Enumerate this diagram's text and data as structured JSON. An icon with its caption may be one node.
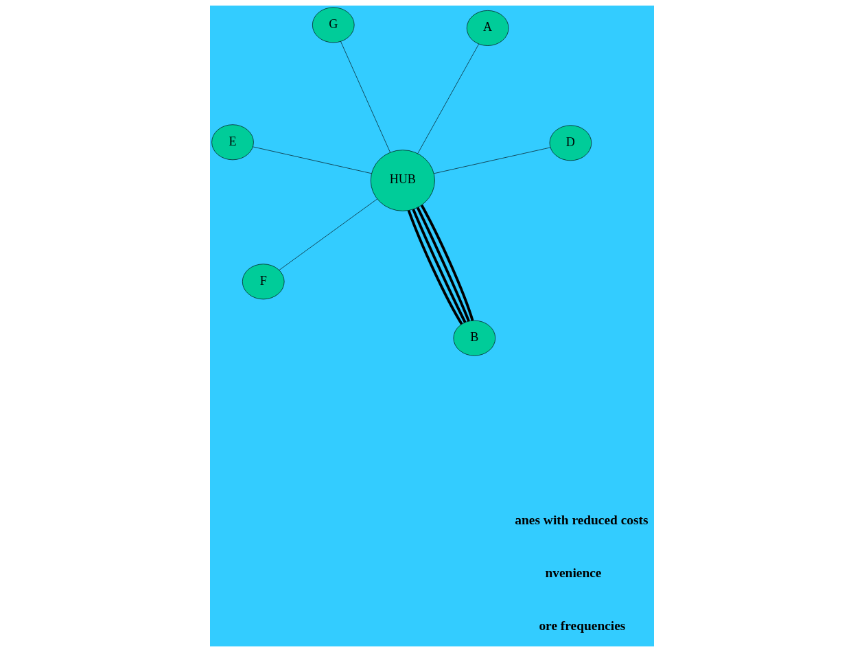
{
  "diagram": {
    "nodes": [
      {
        "text": [
          "B"
        ]
      },
      {
        "text": [
          "D"
        ]
      },
      {
        "text": [
          "HUB"
        ]
      },
      {
        "text": [
          "G"
        ]
      },
      {
        "text": [
          "A"
        ]
      },
      {
        "text": [
          "E"
        ]
      },
      {
        "text": [
          "F"
        ]
      }
    ],
    "edges": [
      {
        "from": 2,
        "to": 0,
        "arrow": "none",
        "style": "thick"
      },
      {
        "from": 2,
        "to": 0,
        "arrow": "none",
        "style": "thick"
      },
      {
        "from": 2,
        "to": 0,
        "arrow": "none",
        "style": "thick"
      },
      {
        "from": 2,
        "to": 0,
        "arrow": "none",
        "style": "thick"
      },
      {
        "from": 1,
        "to": 2,
        "arrow": "none"
      },
      {
        "from": 2,
        "to": 3,
        "arrow": "none"
      },
      {
        "from": 4,
        "to": 2,
        "arrow": "none"
      },
      {
        "from": 2,
        "to": 5,
        "arrow": "none"
      },
      {
        "from": 2,
        "to": 6,
        "arrow": "none"
      }
    ],
    "labels": [
      "anes with reduced costs",
      "nvenience",
      "ore frequencies"
    ]
  }
}
